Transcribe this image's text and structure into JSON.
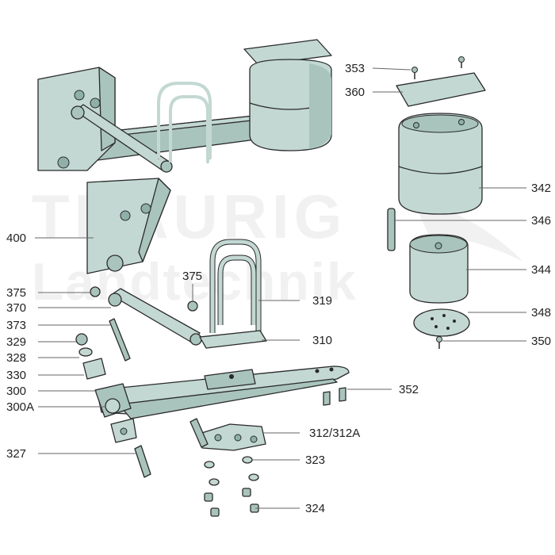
{
  "watermark": {
    "line1": "TRAURIG",
    "line2": "Landtechnik"
  },
  "colors": {
    "part_fill": "#c3d8d3",
    "part_shade": "#a9c4bd",
    "part_dark": "#8fb0a8",
    "outline": "#2a2a2a",
    "leader": "#666666",
    "watermark": "#e6e6e6"
  },
  "callouts": [
    {
      "id": "353",
      "side": "right"
    },
    {
      "id": "360",
      "side": "right"
    },
    {
      "id": "342",
      "side": "right"
    },
    {
      "id": "346",
      "side": "right"
    },
    {
      "id": "344",
      "side": "right"
    },
    {
      "id": "348",
      "side": "right"
    },
    {
      "id": "350",
      "side": "right"
    },
    {
      "id": "400",
      "side": "left"
    },
    {
      "id": "375",
      "side": "left"
    },
    {
      "id": "370",
      "side": "left"
    },
    {
      "id": "373",
      "side": "left"
    },
    {
      "id": "329",
      "side": "left"
    },
    {
      "id": "328",
      "side": "left"
    },
    {
      "id": "330",
      "side": "left"
    },
    {
      "id": "300",
      "side": "left"
    },
    {
      "id": "300A",
      "side": "left"
    },
    {
      "id": "327",
      "side": "left"
    },
    {
      "id": "375",
      "side": "above"
    },
    {
      "id": "319",
      "side": "right"
    },
    {
      "id": "310",
      "side": "right"
    },
    {
      "id": "352",
      "side": "right"
    },
    {
      "id": "312/312A",
      "side": "right"
    },
    {
      "id": "323",
      "side": "right"
    },
    {
      "id": "324",
      "side": "right"
    }
  ]
}
